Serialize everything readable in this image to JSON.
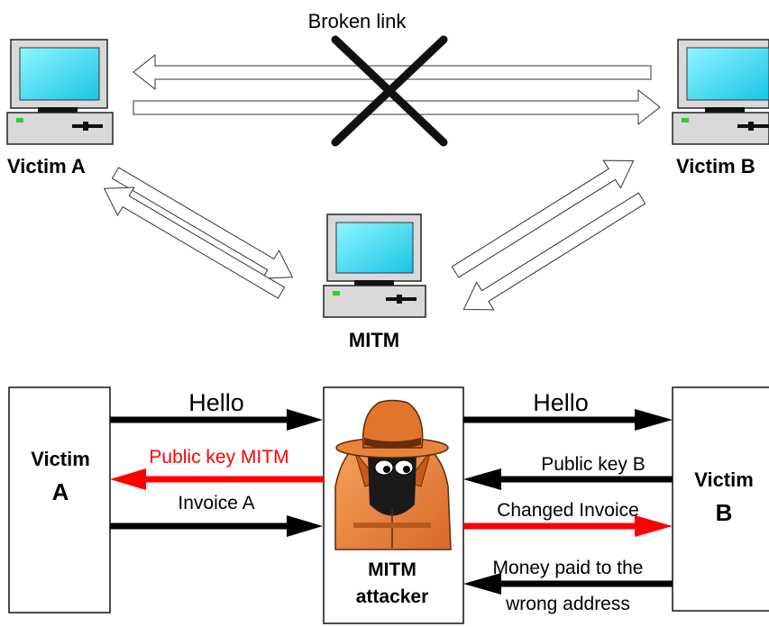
{
  "top": {
    "broken_link_label": "Broken link",
    "victim_a_label": "Victim A",
    "victim_b_label": "Victim B",
    "mitm_label": "MITM"
  },
  "bottom": {
    "victim_a_line1": "Victim",
    "victim_a_line2": "A",
    "victim_b_line1": "Victim",
    "victim_b_line2": "B",
    "attacker_line1": "MITM",
    "attacker_line2": "attacker",
    "msg_hello_left": "Hello",
    "msg_hello_right": "Hello",
    "msg_public_key_mitm": "Public key MITM",
    "msg_public_key_b": "Public key B",
    "msg_invoice_a": "Invoice A",
    "msg_changed_invoice": "Changed Invoice",
    "msg_money_line1": "Money paid to the",
    "msg_money_line2": "wrong address"
  },
  "colors": {
    "monitor_screen": "#22d3f0",
    "monitor_frame": "#d8d8d8",
    "black_arrow": "#000000",
    "red_arrow": "#ff0000",
    "red_text": "#ff0000",
    "spy_coat": "#f08a3c",
    "spy_hat": "#e0752b"
  }
}
